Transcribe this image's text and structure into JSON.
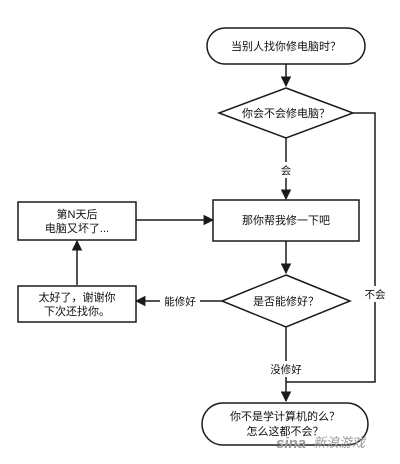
{
  "nodes": {
    "start": "当别人找你修电脑时？",
    "can_repair_q": "你会不会修电脑？",
    "help_repair": "那你帮我修一下吧",
    "repaired_q": "是否能修好？",
    "thanks": [
      "太好了，谢谢你",
      "下次还找你。"
    ],
    "broken_again": [
      "第N天后",
      "电脑又坏了..."
    ],
    "end": [
      "你不是学计算机的么？",
      "怎么这都不会？"
    ]
  },
  "edges": {
    "yes_can": "会",
    "no_cannot": "不会",
    "repaired_ok": "能修好",
    "not_repaired": "没修好"
  },
  "watermark": {
    "logo": "sina",
    "text": "新浪游戏"
  },
  "colors": {
    "stroke": "#1a1a1a",
    "fill": "#ffffff",
    "watermark": "#9a9a9a"
  }
}
